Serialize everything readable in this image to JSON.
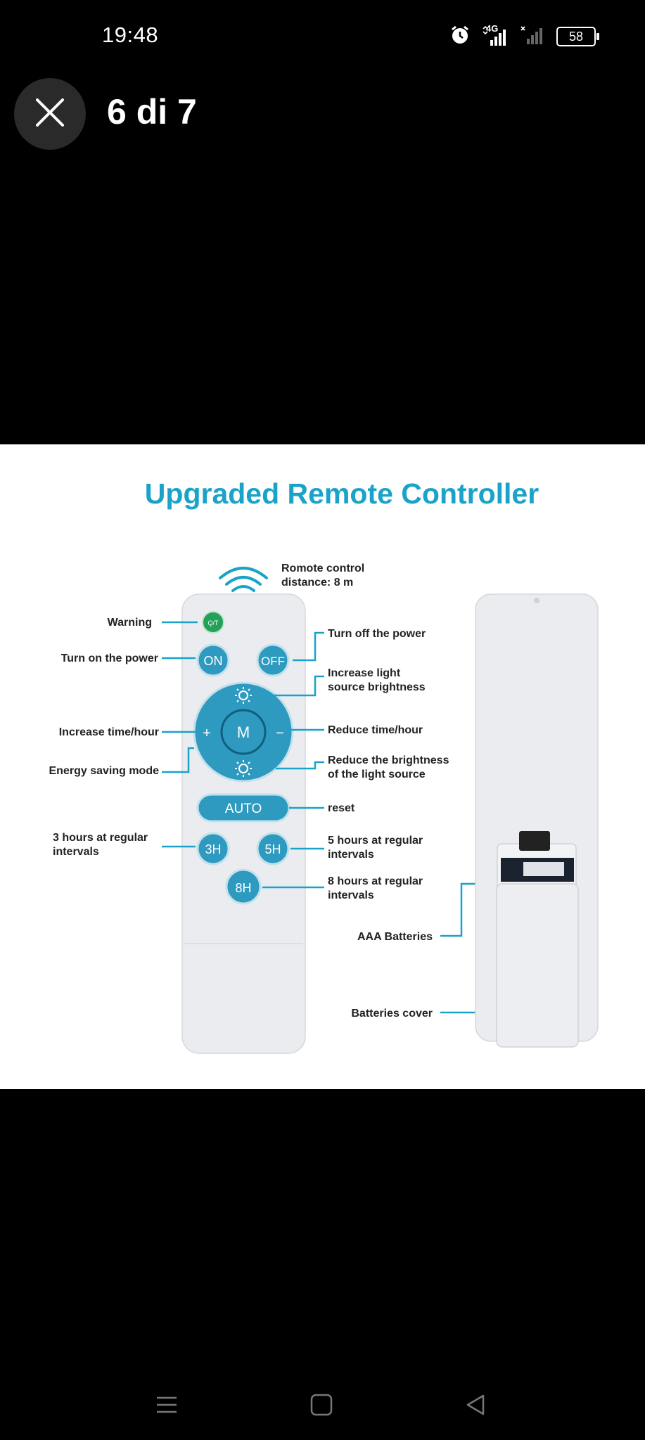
{
  "status_bar": {
    "time": "19:48",
    "network": "4G",
    "battery": "58"
  },
  "viewer": {
    "counter": "6 di 7"
  },
  "image": {
    "title": "Upgraded Remote Controller",
    "colors": {
      "accent": "#1aa3c9",
      "remote_body": "#ebecef",
      "button": "#2e9ac0",
      "warning_led": "#23a05a"
    },
    "remote_buttons": {
      "warning": "Q/T",
      "on": "ON",
      "off": "OFF",
      "mode": "M",
      "plus": "+",
      "minus": "−",
      "auto": "AUTO",
      "h3": "3H",
      "h5": "5H",
      "h8": "8H"
    },
    "labels": {
      "distance": [
        "Romote control",
        "distance: 8 m"
      ],
      "warning": "Warning",
      "turn_on": "Turn on the power",
      "turn_off": "Turn off the power",
      "increase_brightness": [
        "Increase light",
        "source brightness"
      ],
      "increase_time": "Increase time/hour",
      "reduce_time": "Reduce time/hour",
      "energy_saving": "Energy saving mode",
      "reduce_brightness": [
        "Reduce the brightness",
        "of the light source"
      ],
      "reset": "reset",
      "h3": [
        "3 hours at regular",
        "intervals"
      ],
      "h5": [
        "5 hours at regular",
        "intervals"
      ],
      "h8": [
        "8 hours at regular",
        "intervals"
      ],
      "batteries": "AAA Batteries",
      "cover": "Batteries cover"
    }
  },
  "nav": {
    "icons": [
      "menu-icon",
      "home-square-icon",
      "back-triangle-icon"
    ]
  }
}
